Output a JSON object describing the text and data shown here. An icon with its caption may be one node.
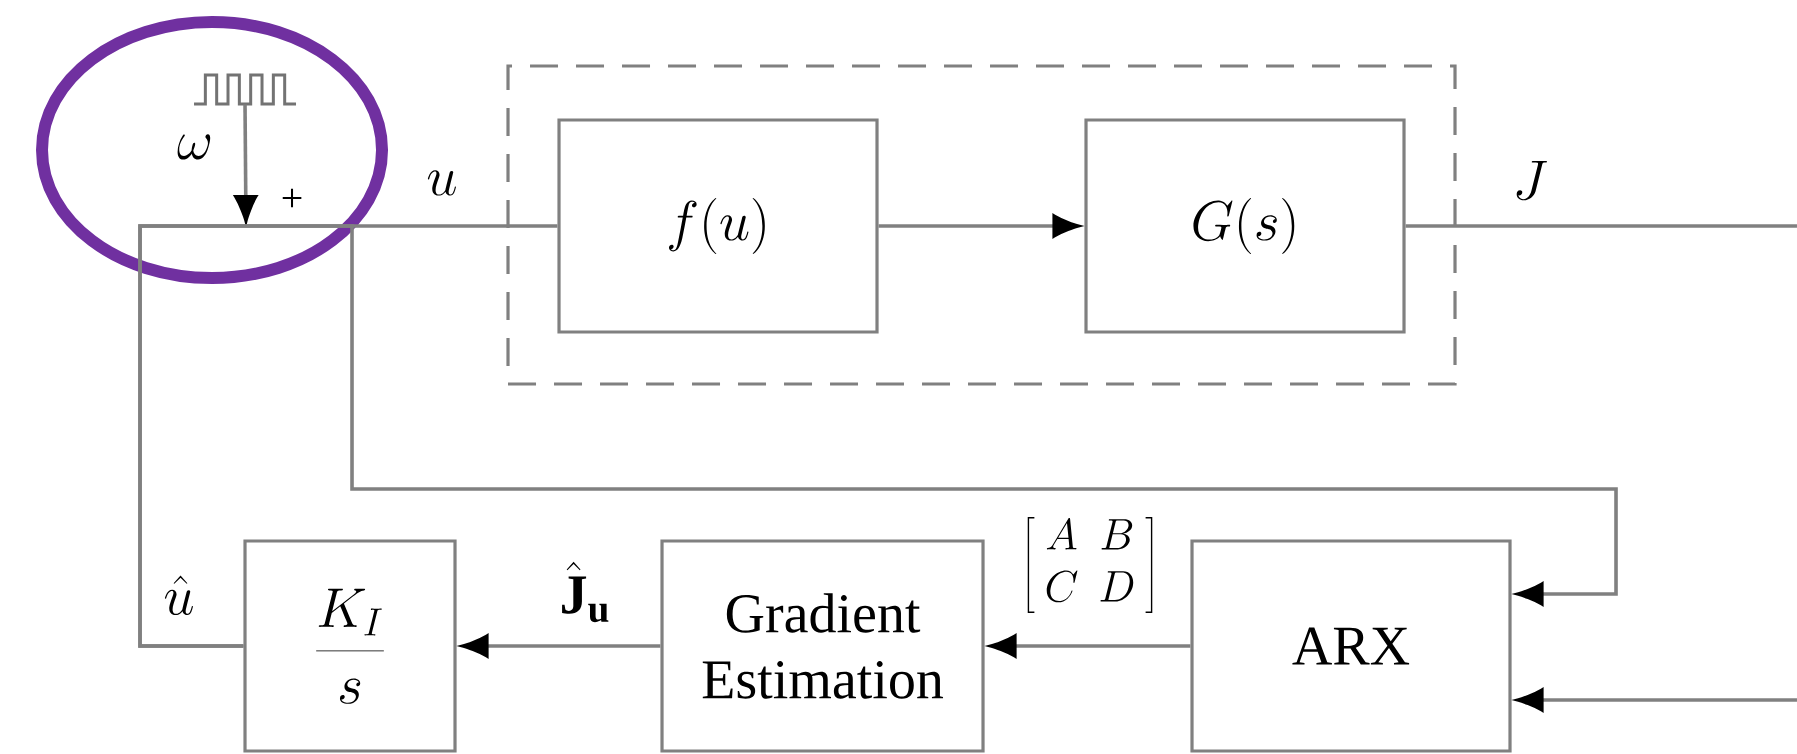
{
  "diagram": {
    "nodes": [
      {
        "text": [],
        "shape": "picture"
      },
      {
        "text": [],
        "shape": "box"
      },
      {
        "text": [
          "f(u)"
        ],
        "in": 1
      },
      {
        "text": [
          "G(s)"
        ],
        "in": 1
      },
      {
        "text": [
          "\\frac{K_I}{s}"
        ]
      },
      {
        "text": [
          "Gradient Estimation"
        ]
      },
      {
        "text": [
          "ARX"
        ]
      }
    ],
    "edges": [
      {
        "from": 0,
        "to": null,
        "arrow": "to",
        "label": "\\omega"
      },
      {
        "from": 4,
        "to": 2,
        "arrow": "none",
        "label": "u"
      },
      {
        "from": 4,
        "to": 6,
        "arrow": "to"
      },
      {
        "from": 2,
        "to": 3,
        "arrow": "to"
      },
      {
        "from": 3,
        "to": null,
        "arrow": "none",
        "label": "J"
      },
      {
        "from": null,
        "to": 6,
        "arrow": "to"
      },
      {
        "from": 6,
        "to": 5,
        "arrow": "to",
        "label": "\\left[\\begin{array}{cc}A & B\\\\ C & D\\end{array}\\right]"
      },
      {
        "from": 5,
        "to": 4,
        "arrow": "to",
        "label": "\\hat{\\mathbf{J}}_{\\mathbf{u}}"
      }
    ],
    "labels": [
      "+",
      "\\hat{u}"
    ]
  }
}
